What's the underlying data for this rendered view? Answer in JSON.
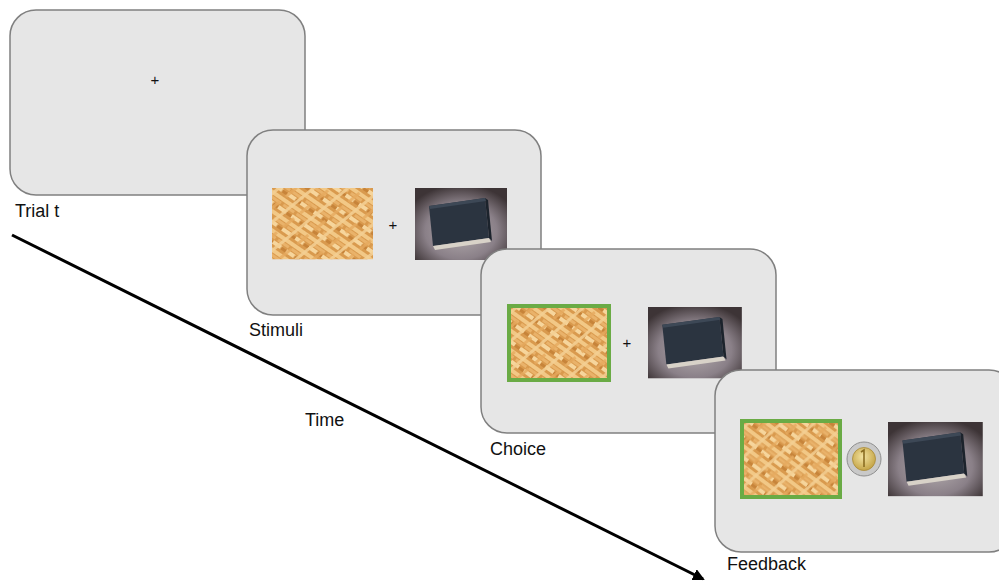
{
  "diagram": {
    "nodes": [
      {
        "text": [
          "+",
          "Trial t"
        ]
      },
      {
        "text": [
          "+",
          "Stimuli"
        ]
      },
      {
        "text": [
          "+",
          "Choice"
        ]
      },
      {
        "text": [
          "Feedback"
        ]
      }
    ],
    "labels": [
      "Time"
    ]
  }
}
